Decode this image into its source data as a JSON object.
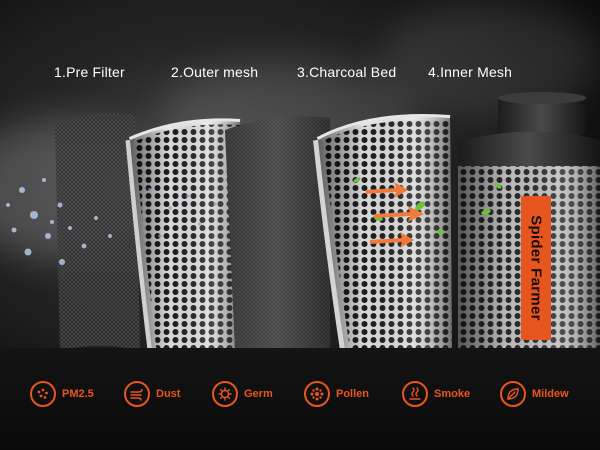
{
  "layers": [
    {
      "label": "1.Pre Filter"
    },
    {
      "label": "2.Outer mesh"
    },
    {
      "label": "3.Charcoal Bed"
    },
    {
      "label": "4.Inner Mesh"
    }
  ],
  "brand": {
    "text": "Spider Farmer",
    "color": "#e8561f"
  },
  "pollutants": [
    {
      "label": "PM2.5",
      "icon": "pm25-icon"
    },
    {
      "label": "Dust",
      "icon": "dust-icon"
    },
    {
      "label": "Germ",
      "icon": "germ-icon"
    },
    {
      "label": "Pollen",
      "icon": "pollen-icon"
    },
    {
      "label": "Smoke",
      "icon": "smoke-icon"
    },
    {
      "label": "Mildew",
      "icon": "mildew-icon"
    }
  ],
  "colors": {
    "accent": "#e8561f",
    "background": "#0d0d0d",
    "label": "#ffffff"
  }
}
